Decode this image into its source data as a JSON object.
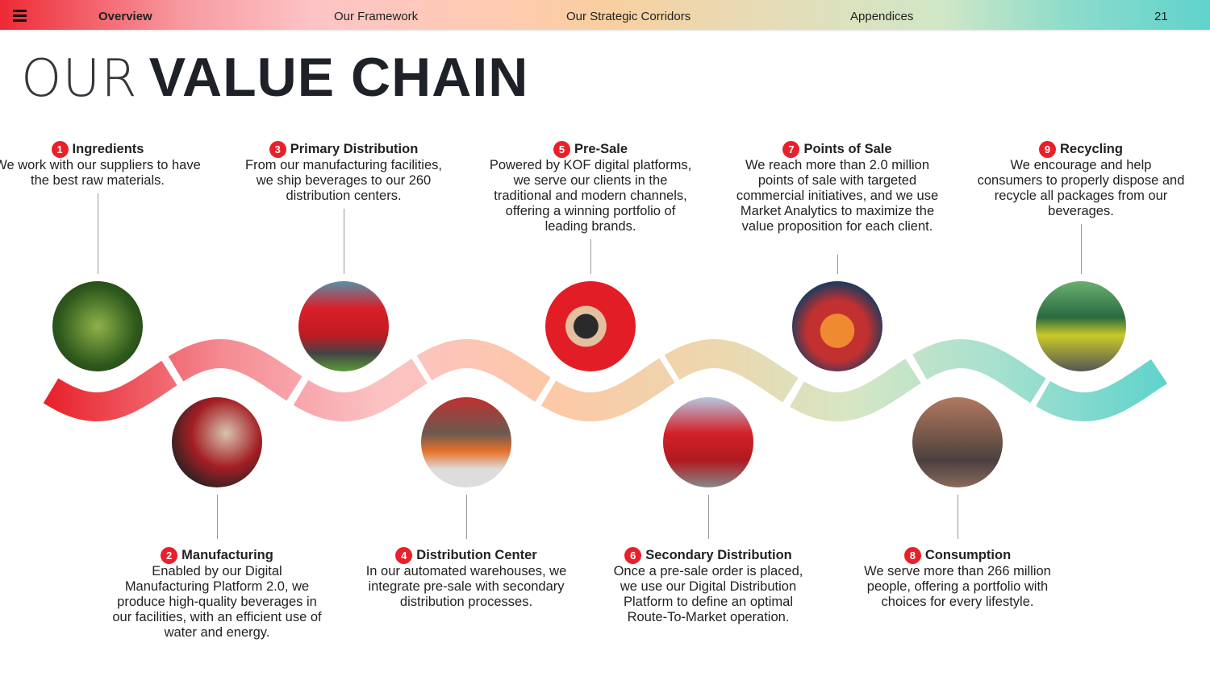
{
  "nav": {
    "items": [
      "Overview",
      "Our Framework",
      "Our Strategic Corridors",
      "Appendices"
    ],
    "page": "21"
  },
  "title": {
    "light": "OUR",
    "bold": "VALUE CHAIN"
  },
  "steps": [
    {
      "n": "1",
      "title": "Ingredients",
      "text": "We work with our suppliers to have the best raw materials.",
      "image": "sugarcane"
    },
    {
      "n": "2",
      "title": "Manufacturing",
      "text": "Enabled by our Digital Manufacturing Platform 2.0, we produce high-quality beverages in our facilities, with an efficient use of water and energy.",
      "image": "factory-worker"
    },
    {
      "n": "3",
      "title": "Primary Distribution",
      "text": "From our manufacturing facilities, we ship beverages to our 260 distribution centers.",
      "image": "truck"
    },
    {
      "n": "4",
      "title": "Distribution Center",
      "text": "In our automated warehouses, we integrate pre-sale with secondary distribution processes.",
      "image": "forklift"
    },
    {
      "n": "5",
      "title": "Pre-Sale",
      "text": "Powered by KOF digital platforms, we serve our clients in the traditional and modern channels, offering a winning portfolio of leading brands.",
      "image": "phone"
    },
    {
      "n": "6",
      "title": "Secondary Distribution",
      "text": "Once a pre-sale order is placed, we use our Digital Distribution Platform to define an optimal Route-To-Market operation.",
      "image": "delivery-truck"
    },
    {
      "n": "7",
      "title": "Points of Sale",
      "text": "We reach more than 2.0 million points of sale with targeted commercial initiatives, and we use Market Analytics to maximize the value proposition for each client.",
      "image": "store-clerk"
    },
    {
      "n": "8",
      "title": "Consumption",
      "text": "We serve more than 266 million people, offering a portfolio with choices for every lifestyle.",
      "image": "people"
    },
    {
      "n": "9",
      "title": "Recycling",
      "text": "We encourage and help consumers to properly dispose and recycle all packages from our beverages.",
      "image": "recycling-forklift"
    }
  ],
  "colors": {
    "accent": "#e8202a",
    "wave": [
      "#e8202a",
      "#f58b93",
      "#fbc2c4",
      "#fdc8a6",
      "#ecd7ae",
      "#d6e6c4",
      "#a6e0cf",
      "#5fd3cc"
    ]
  }
}
